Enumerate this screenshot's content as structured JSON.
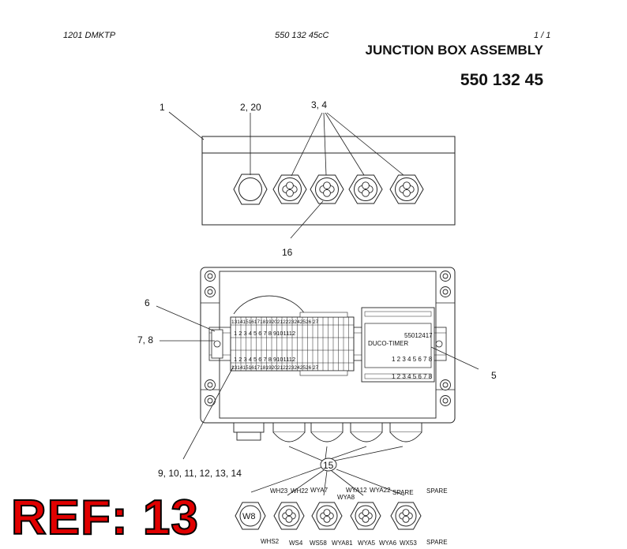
{
  "header": {
    "left": "1201 DMKTP",
    "mid": "550 132 45cC",
    "right": "1 /   1",
    "title": "JUNCTION BOX ASSEMBLY",
    "part_number": "550 132 45"
  },
  "callouts": {
    "c1": "1",
    "c2": "2, 20",
    "c3": "3, 4",
    "c16": "16",
    "c6": "6",
    "c78": "7, 8",
    "c5": "5",
    "c9": "9, 10, 11, 12, 13, 14",
    "c15": "15"
  },
  "terminals": {
    "top_row": "1314151617181920212223242526 27",
    "row2": "1 2 3 4 5 6 7 8 9101112",
    "row3": "1 2 3 4 5 6 7 8 9101112",
    "bottom_row": "1314151617181920212223242526 27"
  },
  "timer": {
    "code": "55012417",
    "name": "DUCO-TIMER",
    "pins_a": "1 2 3 4 5 6 7 8",
    "pins_b": "1 2 3 4 5 6 7 8"
  },
  "gland_labels_top": {
    "g1a": "WH23",
    "g1b": "WH22",
    "g2a": "WYA7",
    "g2b": "WYA8",
    "g3a": "WYA12",
    "g3b": "WYA22",
    "g4a": "SPARE",
    "g5a": "SPARE"
  },
  "gland_w8": "W8",
  "gland_labels_bottom": {
    "b1": "WHS2",
    "b2": "WS4",
    "b3": "WS58",
    "b4": "WYA81",
    "b5": "WYA5",
    "b6": "WYA6",
    "b7": "WX53",
    "b8": "SPARE"
  },
  "ref_label": "REF: 13"
}
